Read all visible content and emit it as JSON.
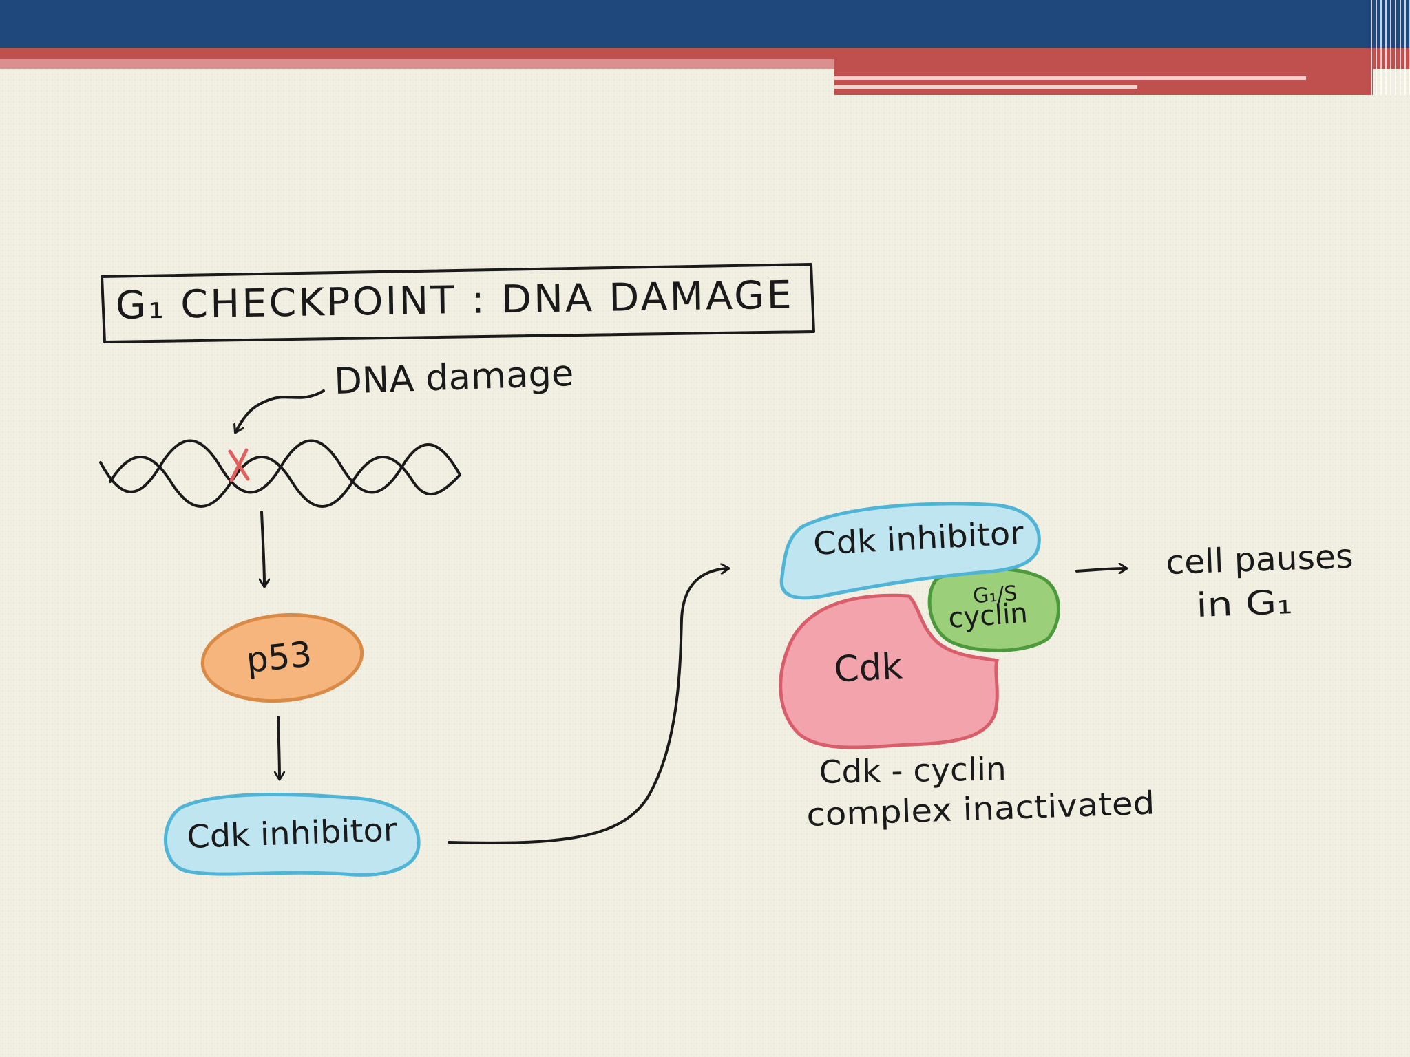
{
  "title": "G₁ CHECKPOINT : DNA DAMAGE",
  "labels": {
    "dna_damage": "DNA damage",
    "p53": "p53",
    "cdk_inhibitor_left": "Cdk inhibitor",
    "cdk_inhibitor_complex": "Cdk inhibitor",
    "gs_cyclin_line1": "G₁/S",
    "gs_cyclin_line2": "cyclin",
    "cdk": "Cdk",
    "complex_line1": "Cdk - cyclin",
    "complex_line2": "complex inactivated",
    "outcome_line1": "cell pauses",
    "outcome_line2": "in G₁"
  },
  "colors": {
    "header": "#1f497d",
    "accent": "#c0504d",
    "p53_fill": "#f5b57c",
    "inhibitor_fill": "#bfe6f0",
    "inhibitor_stroke": "#4fb4d6",
    "cdk_fill": "#f2a3ab",
    "cyclin_fill": "#9ccf7a",
    "damage_mark": "#e06060"
  }
}
